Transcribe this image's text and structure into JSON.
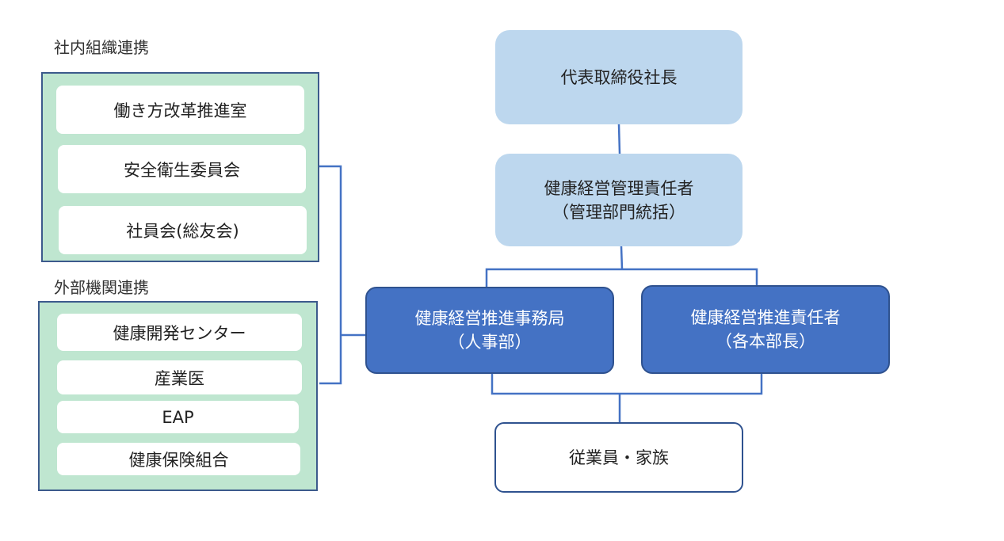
{
  "internal": {
    "label": "社内組織連携",
    "items": [
      "働き方改革推進室",
      "安全衛生委員会",
      "社員会(総友会)"
    ]
  },
  "external": {
    "label": "外部機関連携",
    "items": [
      "健康開発センター",
      "産業医",
      "EAP",
      "健康保険組合"
    ]
  },
  "nodes": {
    "president": {
      "line1": "代表取締役社長"
    },
    "health_manager": {
      "line1": "健康経営管理責任者",
      "line2": "（管理部門統括）"
    },
    "office": {
      "line1": "健康経営推進事務局",
      "line2": "（人事部）"
    },
    "promoter": {
      "line1": "健康経営推進責任者",
      "line2": "（各本部長）"
    },
    "employees": {
      "line1": "従業員・家族"
    }
  },
  "colors": {
    "group_fill": "#bfe6d0",
    "light_node": "#bdd7ee",
    "dark_node": "#4472c4",
    "connector": "#4472c4"
  }
}
